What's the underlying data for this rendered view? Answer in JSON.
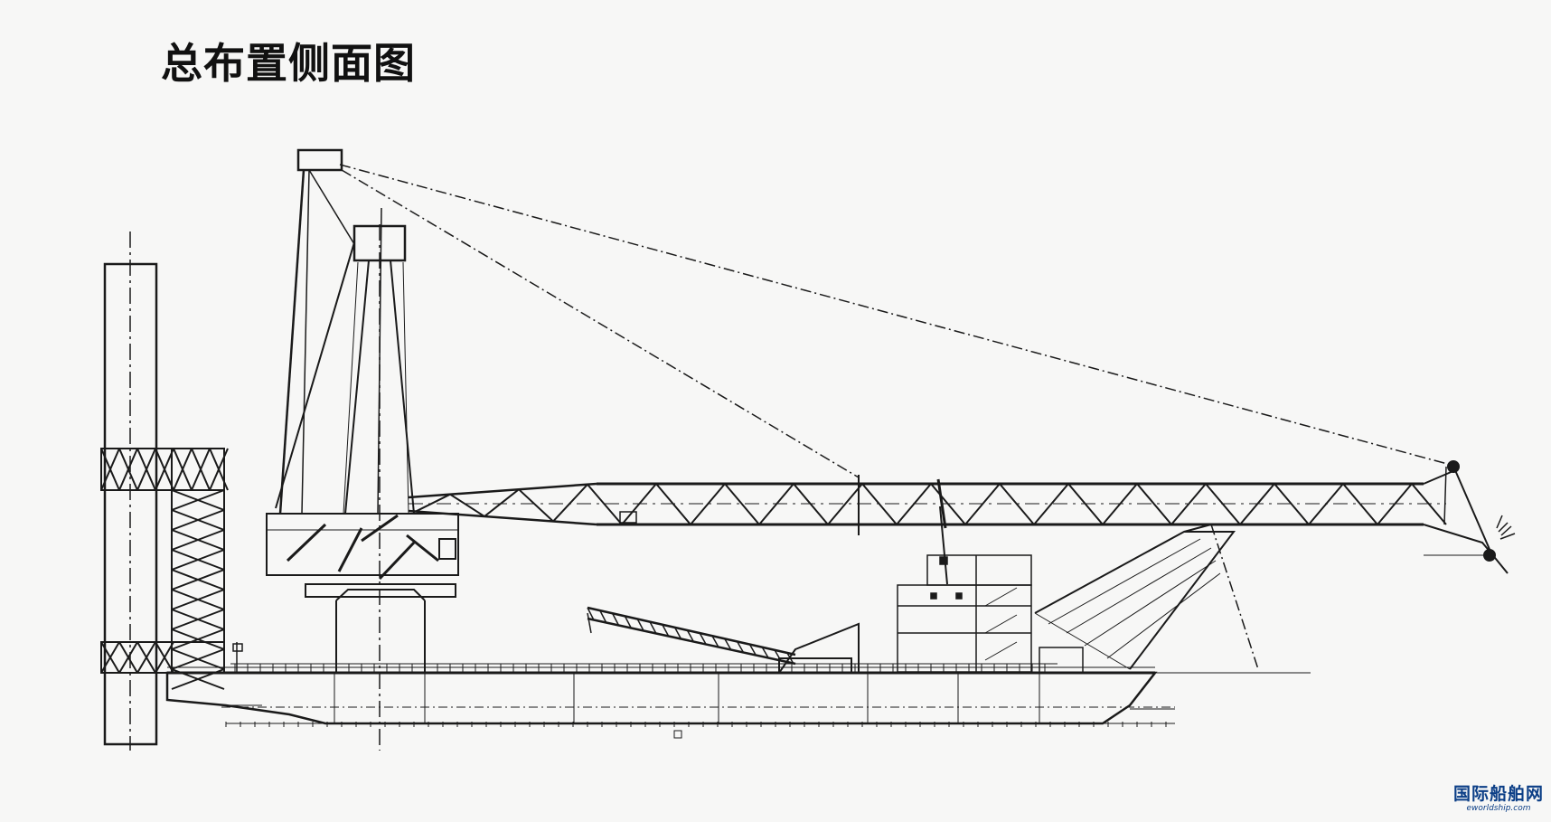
{
  "title": "总布置侧面图",
  "watermark": {
    "name": "国际船舶网",
    "site": "eworldship.com",
    "color": "#0b3e86"
  },
  "drawing": {
    "line_color": "#1a1a1a",
    "background": "#f7f7f6"
  }
}
